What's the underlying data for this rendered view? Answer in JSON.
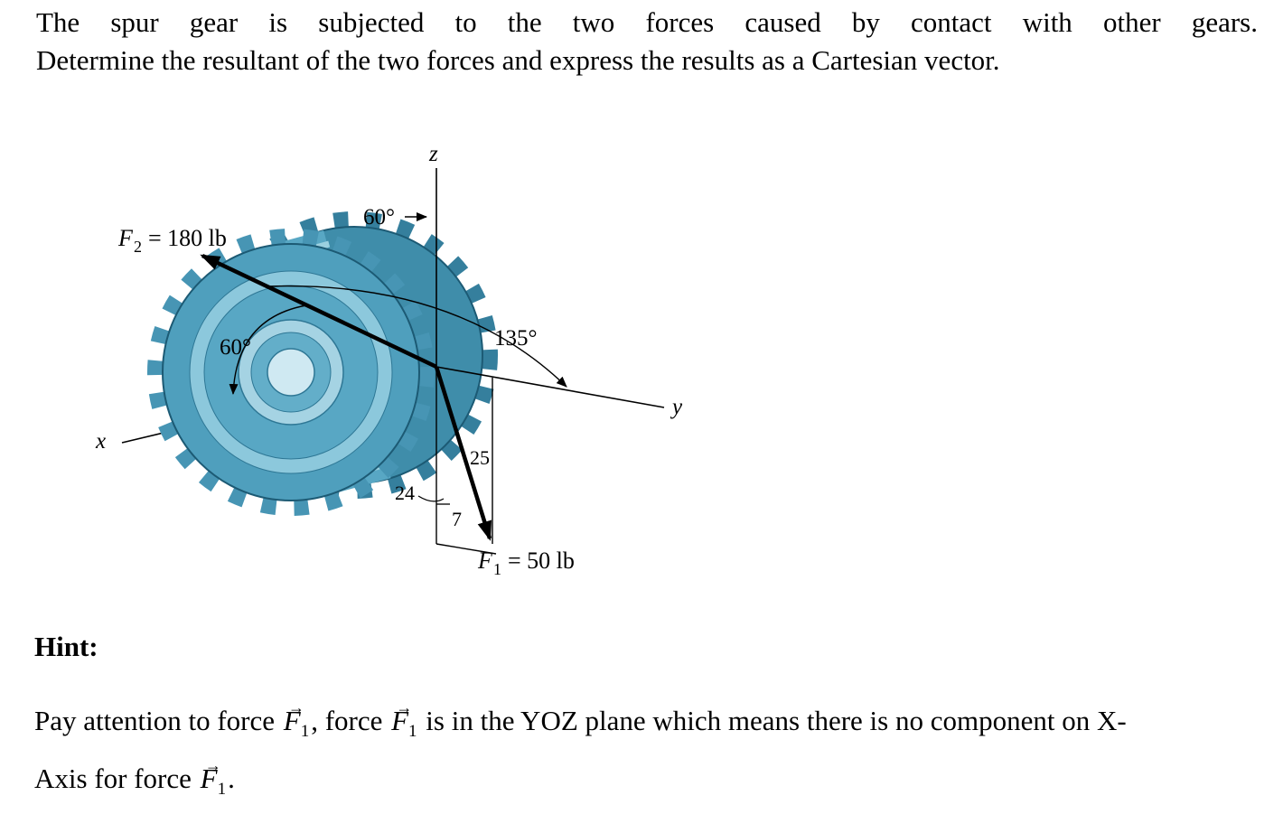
{
  "problem": {
    "line1": "The spur gear is subjected to the two forces caused by contact with other gears.",
    "line2": "Determine the resultant of the two forces and express the results as a Cartesian vector."
  },
  "diagram": {
    "axis_z": "z",
    "axis_y": "y",
    "axis_x": "x",
    "angle_top": "60°",
    "angle_face": "60°",
    "angle_y": "135°",
    "slope": {
      "hyp": "25",
      "vert": "24",
      "horz": "7"
    },
    "f2": {
      "sym": "F",
      "sub": "2",
      "value": "= 180 lb"
    },
    "f1": {
      "sym": "F",
      "sub": "1",
      "value": "= 50 lb"
    },
    "colors": {
      "outline": "#1c5a74",
      "teeth": "#4795b4",
      "teeth_back": "#357f9d",
      "face": "#4f9fbd",
      "back_face": "#3f8daa",
      "ring_light": "#8cc8dc",
      "ring_mid": "#58a7c4",
      "hub_light": "#a5d3e3",
      "hub_mid": "#63aec9",
      "hole": "#cfe9f2",
      "body": "#58a7c4",
      "ink": "#000000"
    }
  },
  "hint": {
    "heading": "Hint:",
    "lead": "Pay attention to force ",
    "fsym": "F",
    "fsub": "1",
    "mid": ", force ",
    "tail": " is in the YOZ plane which means there is no component on X-Axis for force ",
    "end": ".",
    "vec_arrow": "→"
  }
}
